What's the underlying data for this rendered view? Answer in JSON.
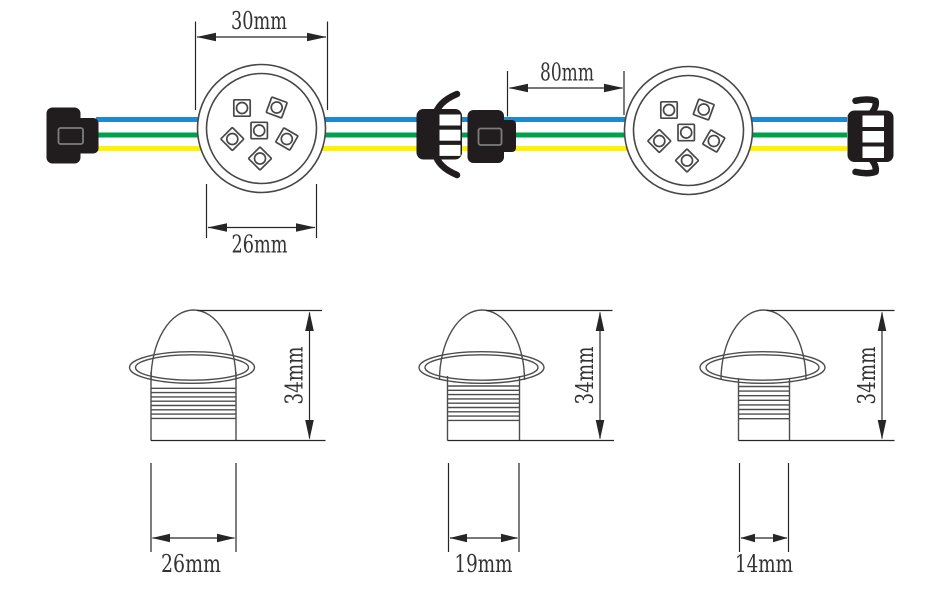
{
  "figure": {
    "kind": "technical-dimension-drawing",
    "subject": "LED pixel string modules with wiring and side profiles"
  },
  "top_view": {
    "dim_outer": "30mm",
    "dim_inner": "26mm",
    "dim_spacing": "80mm",
    "module_count": 2,
    "leds_per_module": 6
  },
  "side_views": [
    {
      "dim_height": "34mm",
      "dim_width": "26mm"
    },
    {
      "dim_height": "34mm",
      "dim_width": "19mm"
    },
    {
      "dim_height": "34mm",
      "dim_width": "14mm"
    }
  ],
  "colors": {
    "wire_blue": "#1e88d2",
    "wire_green": "#00a14b",
    "wire_yellow": "#fff200",
    "connector_black": "#211c1d",
    "line_gray": "#4d4d4d"
  }
}
